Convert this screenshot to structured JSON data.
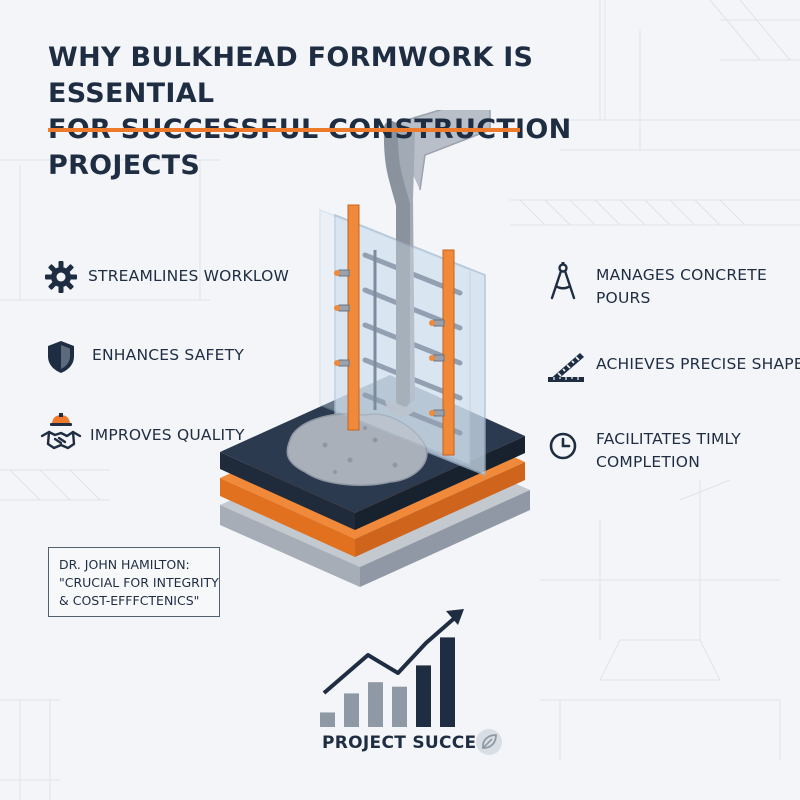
{
  "title_line1": "WHY BULKHEAD FORMWORK IS ESSENTIAL",
  "title_line2": "FOR SUCCESSFUL CONSTRUCTION PROJECTS",
  "features_left": [
    {
      "label": "STREAMLINES WORKLOW",
      "icon": "gear-icon"
    },
    {
      "label": "ENHANCES SAFETY",
      "icon": "shield-icon"
    },
    {
      "label": "IMPROVES QUALITY",
      "icon": "handshake-icon"
    }
  ],
  "features_right": [
    {
      "line1": "MANAGES CONCRETE",
      "line2": "POURS",
      "icon": "compass-icon"
    },
    {
      "line1": "ACHIEVES PRECISE SHAPES",
      "line2": "",
      "icon": "ruler-icon"
    },
    {
      "line1": "FACILITATES TIMLY",
      "line2": "COMPLETION",
      "icon": "clock-icon"
    }
  ],
  "quote": {
    "line1": "DR. JOHN HAMILTON:",
    "line2": "\"CRUCIAL FOR INTEGRITY",
    "line3": "& COST-EFFFCTENICS\""
  },
  "success": {
    "label": "PROJECT SUCCESS",
    "bar_levels": [
      0.13,
      0.3,
      0.4,
      0.36,
      0.55,
      0.8
    ]
  },
  "colors": {
    "navy": "#1f2d42",
    "orange": "#ee7a2c",
    "gray": "#8f99a6",
    "concrete": "#9aa2ad",
    "glass": "#cfe0ef",
    "background": "#f3f5f8"
  }
}
